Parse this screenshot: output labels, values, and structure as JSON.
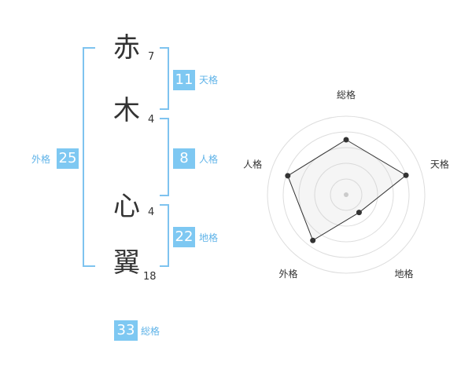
{
  "name": {
    "chars": [
      {
        "char": "赤",
        "strokes": "7"
      },
      {
        "char": "木",
        "strokes": "4"
      },
      {
        "char": "心",
        "strokes": "4"
      },
      {
        "char": "翼",
        "strokes": "18"
      }
    ]
  },
  "fortunes": {
    "tenkaku": {
      "label": "天格",
      "value": "11"
    },
    "jinkaku": {
      "label": "人格",
      "value": "8"
    },
    "chikaku": {
      "label": "地格",
      "value": "22"
    },
    "gaikaku": {
      "label": "外格",
      "value": "25"
    },
    "soukaku": {
      "label": "総格",
      "value": "33"
    }
  },
  "colors": {
    "accent": "#7ec8f2",
    "bracket": "#7ec3ef",
    "label": "#5fb3e8",
    "text": "#333333"
  },
  "chart_data": {
    "type": "radar",
    "axes": [
      "総格",
      "天格",
      "地格",
      "外格",
      "人格"
    ],
    "values": [
      3.5,
      4.0,
      1.4,
      3.6,
      3.9
    ],
    "max": 5,
    "rings": 5,
    "grid": true,
    "legend": "none"
  }
}
